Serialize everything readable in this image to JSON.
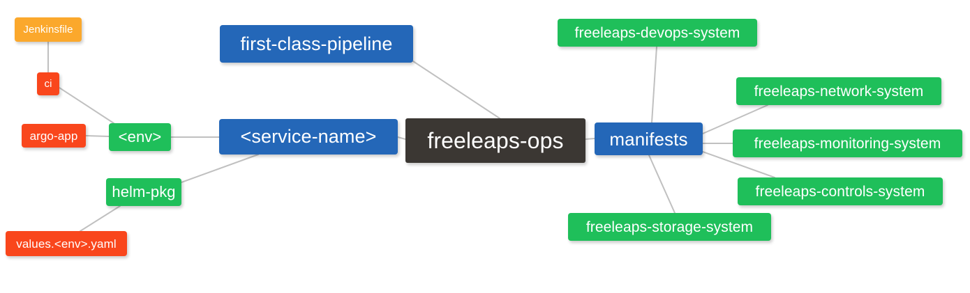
{
  "diagram": {
    "type": "mindmap",
    "title": "freeleaps-ops",
    "background_color": "#ffffff",
    "edge_color": "#c0c0c0",
    "palette": {
      "root": "#3b3733",
      "blue": "#2467b8",
      "green": "#1fbf5a",
      "red": "#f9461c",
      "orange": "#fba82c",
      "text": "#ffffff"
    }
  },
  "nodes": {
    "root": {
      "label": "freeleaps-ops",
      "color": "#3b3733"
    },
    "service_name": {
      "label": "<service-name>",
      "color": "#2467b8"
    },
    "first_class_pipeline": {
      "label": "first-class-pipeline",
      "color": "#2467b8"
    },
    "manifests": {
      "label": "manifests",
      "color": "#2467b8"
    },
    "env": {
      "label": "<env>",
      "color": "#1fbf5a"
    },
    "helm_pkg": {
      "label": "helm-pkg",
      "color": "#1fbf5a"
    },
    "jenkinsfile": {
      "label": "Jenkinsfile",
      "color": "#fba82c"
    },
    "ci": {
      "label": "ci",
      "color": "#f9461c"
    },
    "argo_app": {
      "label": "argo-app",
      "color": "#f9461c"
    },
    "values_yaml": {
      "label": "values.<env>.yaml",
      "color": "#f9461c"
    },
    "devops_system": {
      "label": "freeleaps-devops-system",
      "color": "#1fbf5a"
    },
    "network_system": {
      "label": "freeleaps-network-system",
      "color": "#1fbf5a"
    },
    "monitoring_system": {
      "label": "freeleaps-monitoring-system",
      "color": "#1fbf5a"
    },
    "controls_system": {
      "label": "freeleaps-controls-system",
      "color": "#1fbf5a"
    },
    "storage_system": {
      "label": "freeleaps-storage-system",
      "color": "#1fbf5a"
    }
  },
  "edges": [
    {
      "from": "root",
      "to": "service_name"
    },
    {
      "from": "root",
      "to": "first_class_pipeline"
    },
    {
      "from": "root",
      "to": "manifests"
    },
    {
      "from": "service_name",
      "to": "env"
    },
    {
      "from": "service_name",
      "to": "helm_pkg"
    },
    {
      "from": "env",
      "to": "ci"
    },
    {
      "from": "env",
      "to": "argo_app"
    },
    {
      "from": "ci",
      "to": "jenkinsfile"
    },
    {
      "from": "helm_pkg",
      "to": "values_yaml"
    },
    {
      "from": "manifests",
      "to": "devops_system"
    },
    {
      "from": "manifests",
      "to": "network_system"
    },
    {
      "from": "manifests",
      "to": "monitoring_system"
    },
    {
      "from": "manifests",
      "to": "controls_system"
    },
    {
      "from": "manifests",
      "to": "storage_system"
    }
  ]
}
